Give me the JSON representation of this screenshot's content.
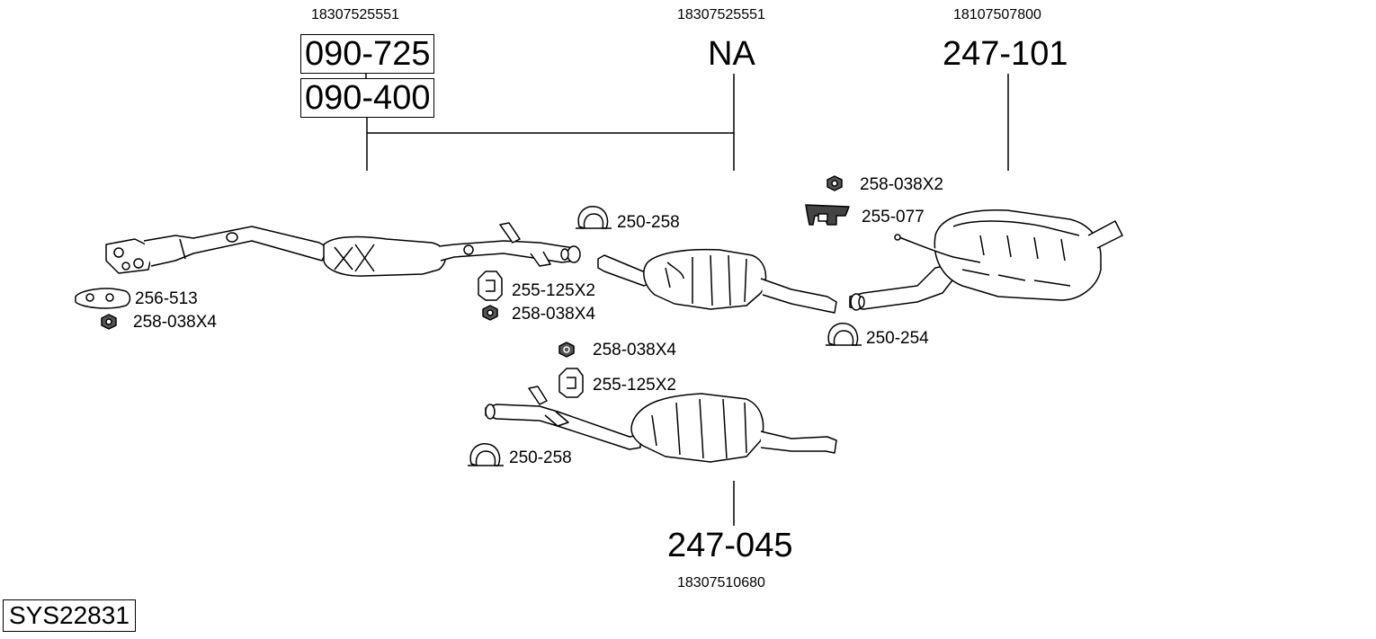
{
  "top": {
    "left": {
      "oem": "18307525551",
      "parts": [
        "090-725",
        "090-400"
      ]
    },
    "middle": {
      "oem": "18307525551",
      "part": "NA"
    },
    "right": {
      "oem": "18107507800",
      "part": "247-101"
    }
  },
  "bottom": {
    "oem": "18307510680",
    "part": "247-045"
  },
  "accessories": {
    "gasket_256_513": "256-513",
    "nut_258_038x4_a": "258-038X4",
    "hanger_255_125x2_a": "255-125X2",
    "nut_258_038x4_b": "258-038X4",
    "clamp_250_258_a": "250-258",
    "nut_258_038x2": "258-038X2",
    "hanger_255_077": "255-077",
    "clamp_250_254": "250-254",
    "nut_258_038x4_c": "258-038X4",
    "hanger_255_125x2_b": "255-125X2",
    "clamp_250_258_b": "250-258"
  },
  "system_id": "SYS22831"
}
